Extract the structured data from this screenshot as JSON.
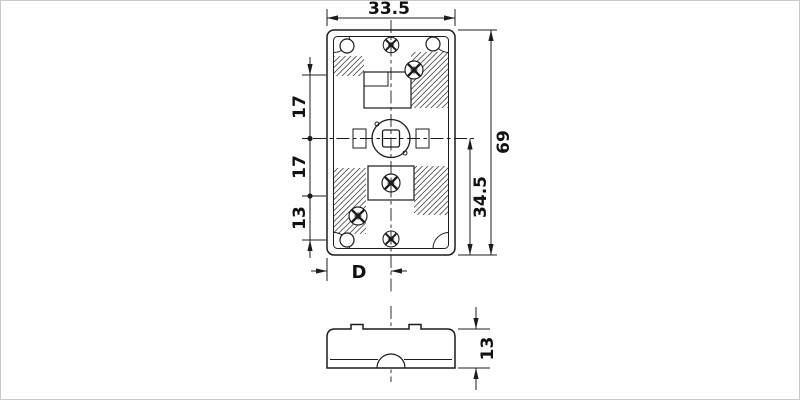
{
  "style": {
    "background": "#ffffff",
    "ink": "#1c1c1c",
    "frame_border": "#c9c9c9"
  },
  "front_view": {
    "dims": {
      "width": "33.5",
      "height": "69",
      "center_to_bottom": "34.5",
      "chain_top": "17",
      "chain_mid": "17",
      "chain_bottom": "13",
      "backset": "D"
    }
  },
  "side_view": {
    "dims": {
      "height": "13"
    }
  }
}
